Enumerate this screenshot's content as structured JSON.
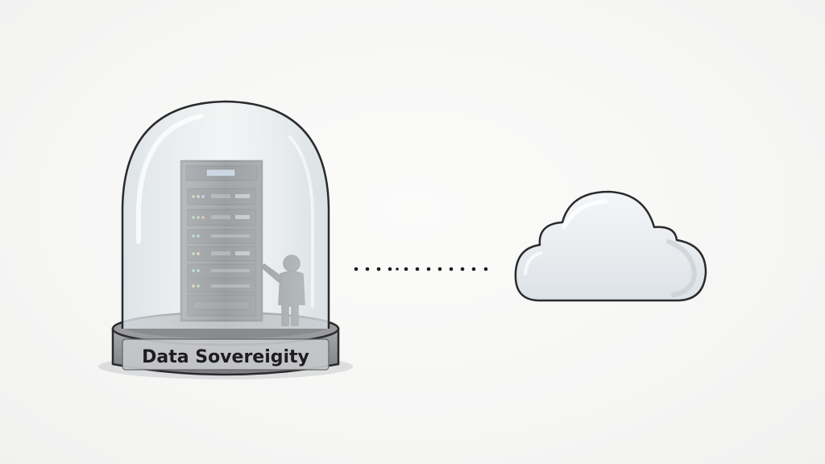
{
  "diagram": {
    "base_label": "Data Sovereigity",
    "connector": "dotted line",
    "left_object": "server rack with person inside glass dome",
    "right_object": "cloud"
  },
  "colors": {
    "outline": "#2b2b2e",
    "rack_body": "#4a4a4f",
    "rack_panel": "#3a3a3e",
    "dome_fill": "#e6ecef",
    "cloud_fill": "#ebeef1",
    "pedestal": "#8e8f92",
    "person": "#2d2d30"
  }
}
